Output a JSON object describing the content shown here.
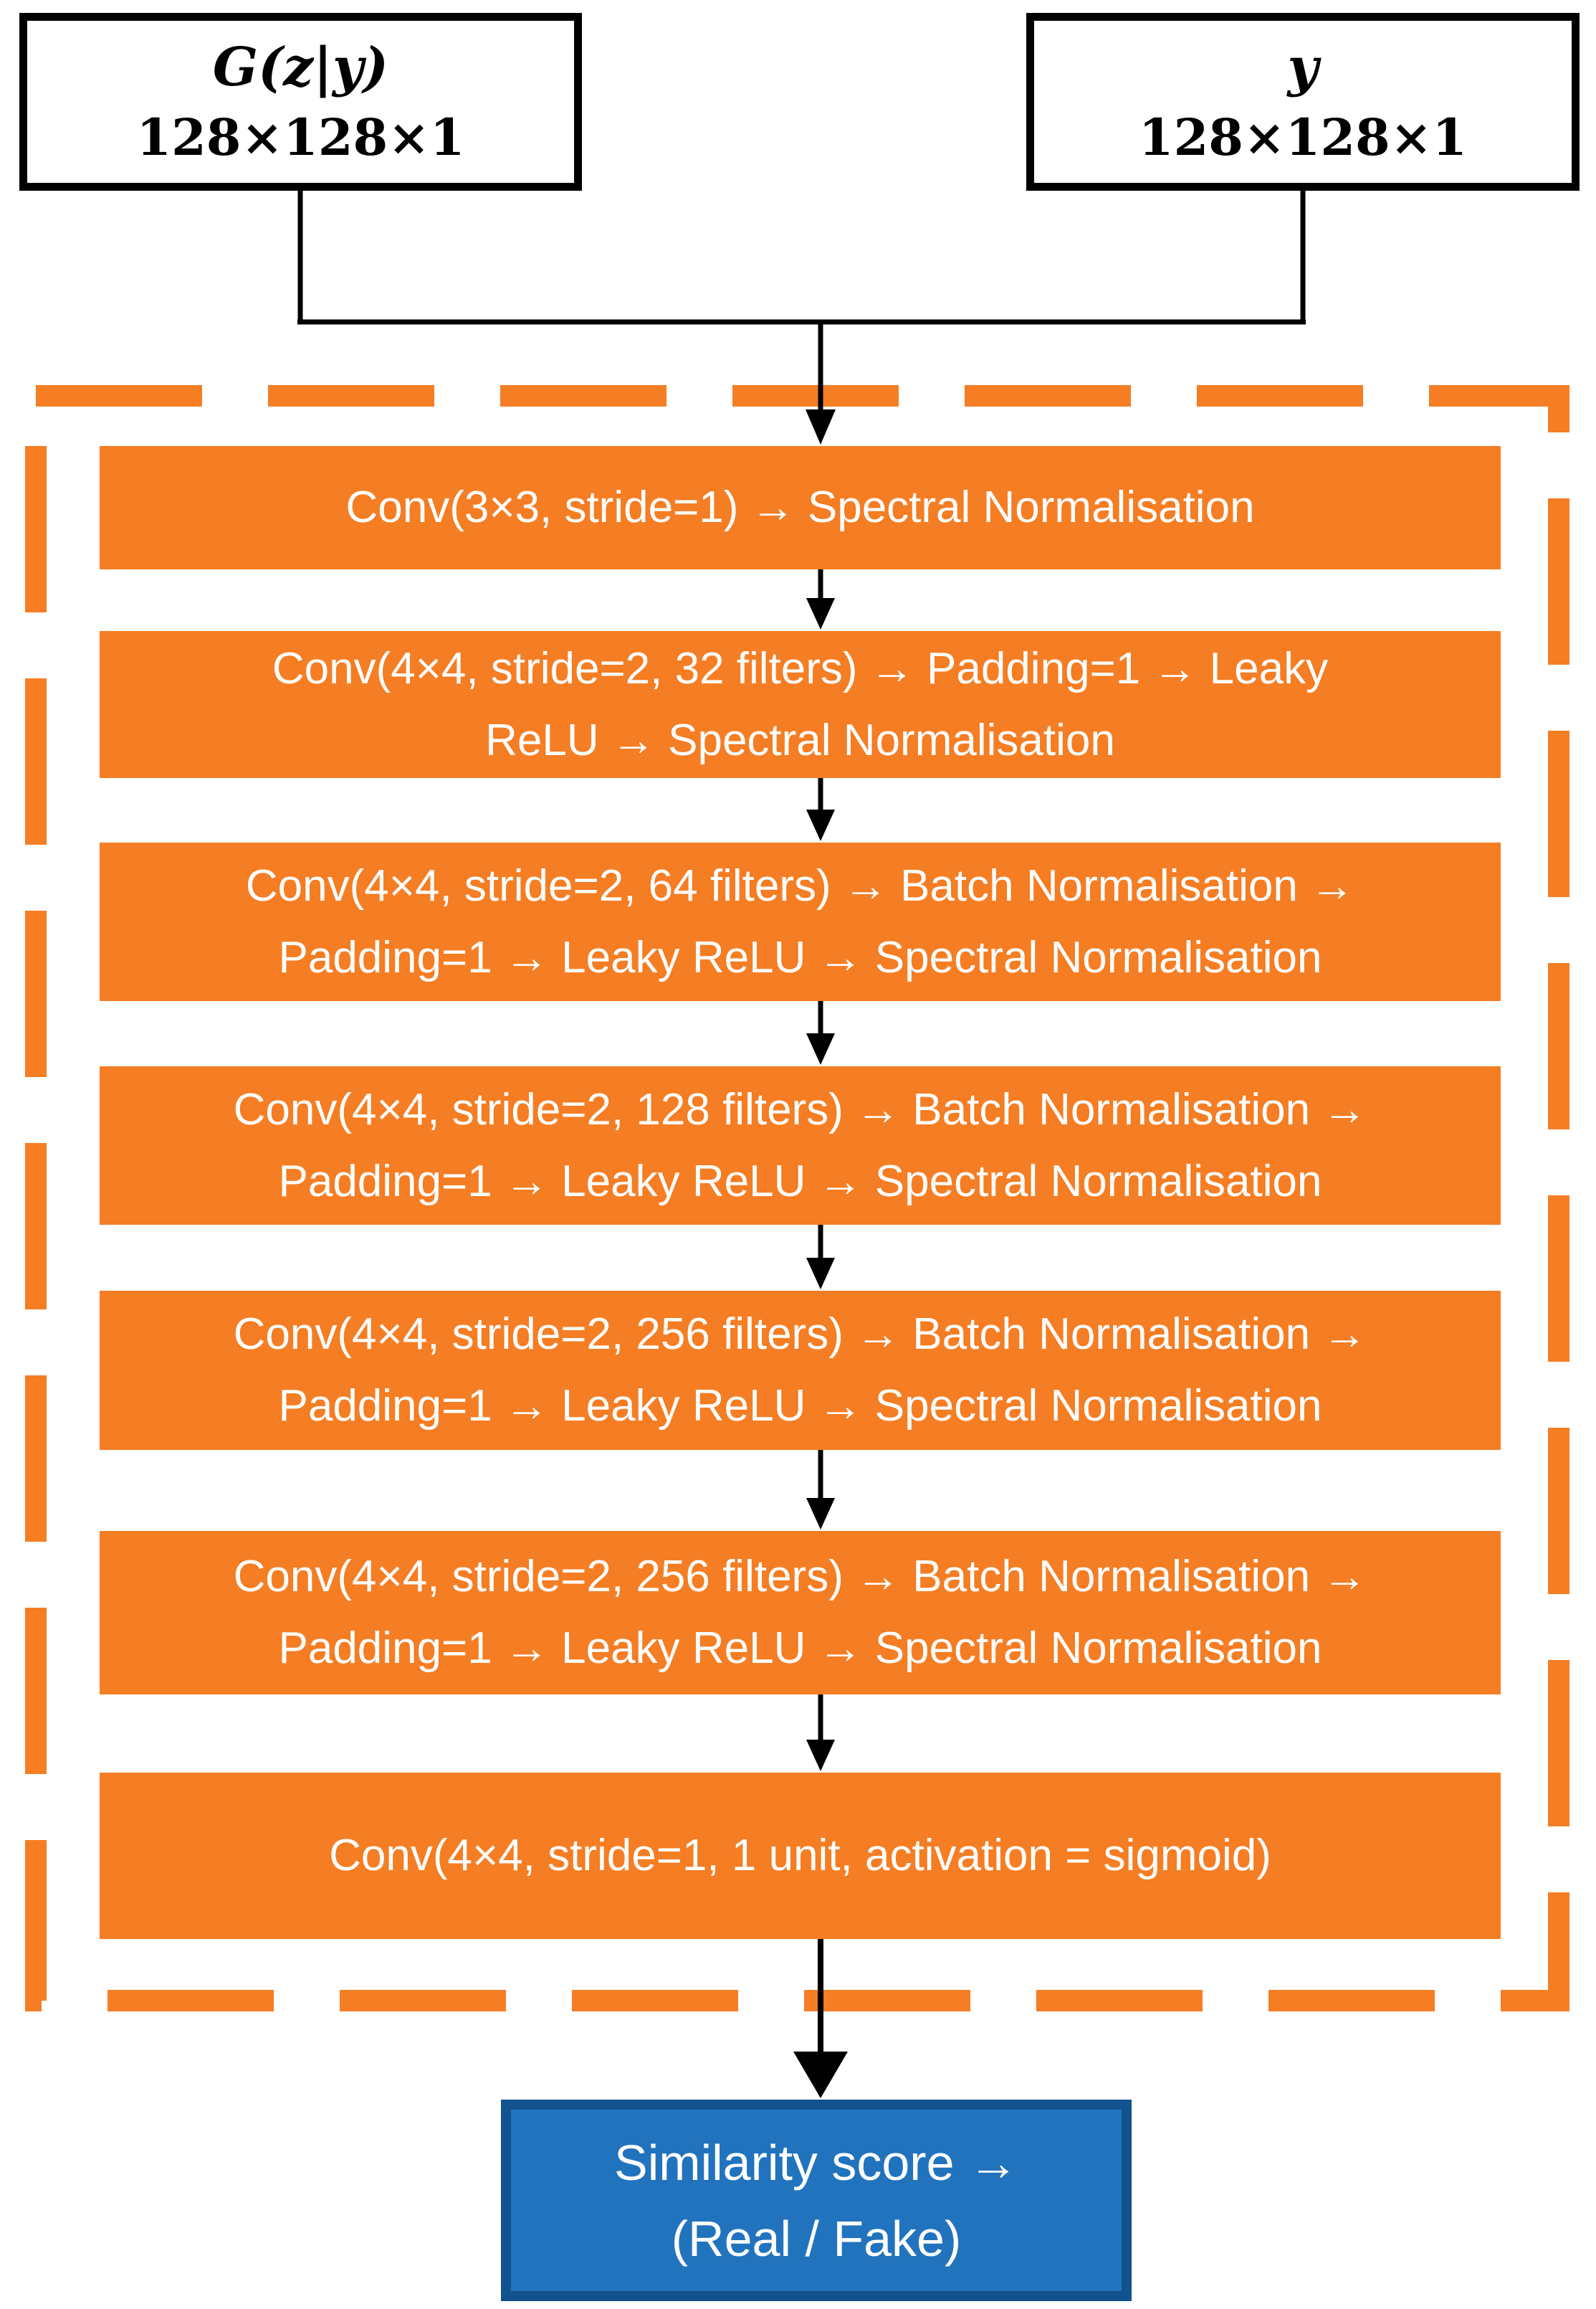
{
  "diagram": {
    "inputs": [
      {
        "label": "G(z|y)",
        "shape": "128×128×1"
      },
      {
        "label": "y",
        "shape": "128×128×1"
      }
    ],
    "layers": [
      "Conv(3×3, stride=1) → Spectral Normalisation",
      "Conv(4×4, stride=2, 32 filters) → Padding=1 → Leaky\nReLU → Spectral Normalisation",
      "Conv(4×4, stride=2, 64 filters) → Batch Normalisation →\nPadding=1 → Leaky ReLU → Spectral Normalisation",
      "Conv(4×4, stride=2, 128 filters) → Batch Normalisation →\nPadding=1 → Leaky ReLU → Spectral Normalisation",
      "Conv(4×4, stride=2, 256 filters) → Batch Normalisation →\nPadding=1 → Leaky ReLU → Spectral Normalisation",
      "Conv(4×4, stride=2, 256 filters) → Batch Normalisation →\nPadding=1 → Leaky ReLU → Spectral Normalisation",
      "Conv(4×4, stride=1, 1 unit, activation = sigmoid)"
    ],
    "output": "Similarity score →\n(Real / Fake)",
    "colors": {
      "layer_fill": "#F57D23",
      "output_fill": "#2173BD",
      "output_border": "#12528F",
      "line_color": "#000000"
    }
  }
}
